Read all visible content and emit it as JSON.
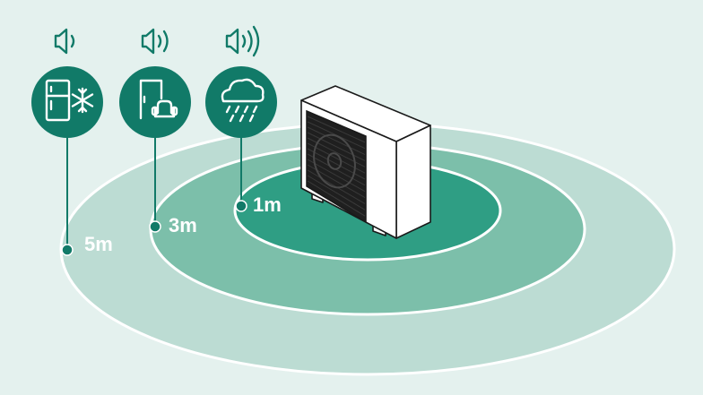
{
  "colors": {
    "background": "#e4f1ee",
    "zone_outer": "#bcdcd3",
    "zone_middle": "#7cbfaa",
    "zone_inner": "#2f9e84",
    "ring_stroke": "#ffffff",
    "accent": "#117a68",
    "icon_fg": "#ffffff",
    "outline": "#1a1a1a",
    "unit_body": "#ffffff",
    "unit_grille": "#1f1f1f",
    "label_dark": "#ffffff",
    "label_light": "#ffffff"
  },
  "zones": [
    {
      "id": "outer",
      "label": "5m",
      "icon": "fridge-freezer-icon",
      "sound_icon": "speaker-low-icon",
      "sound_waves": 1
    },
    {
      "id": "middle",
      "label": "3m",
      "icon": "living-room-icon",
      "sound_icon": "speaker-medium-icon",
      "sound_waves": 2
    },
    {
      "id": "inner",
      "label": "1m",
      "icon": "rain-cloud-icon",
      "sound_icon": "speaker-high-icon",
      "sound_waves": 3
    }
  ],
  "unit": {
    "icon": "heat-pump-unit-icon"
  }
}
